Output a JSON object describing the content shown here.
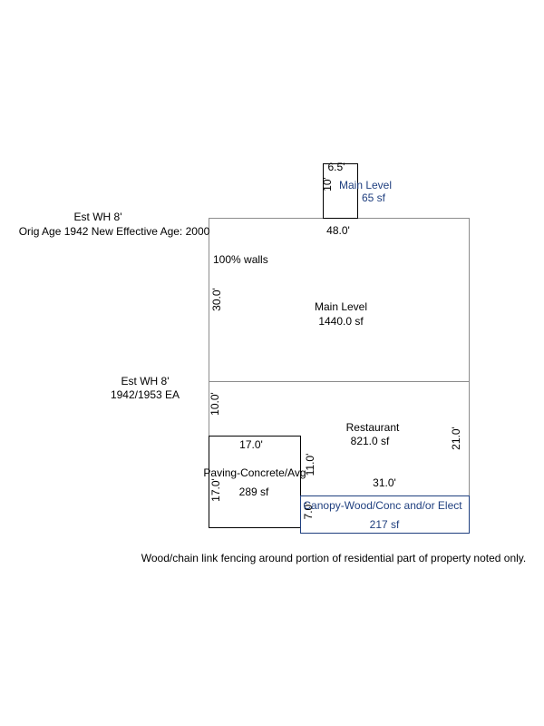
{
  "colors": {
    "ink": "#000000",
    "blue_ink": "#1f3f7f",
    "grey_line": "#8c8c8c",
    "background": "#ffffff"
  },
  "main_section": {
    "wall_height": "Est WH 8'",
    "age_note": "Orig Age 1942  New Effective Age: 2000",
    "walls_note": "100% walls",
    "top_dim": "48.0'",
    "side_dim": "30.0'",
    "name": "Main Level",
    "area": "1440.0 sf"
  },
  "small_main_level": {
    "top_dim": "6.5'",
    "side_dim": "10'",
    "name": "Main Level",
    "area": "65 sf"
  },
  "restaurant_section": {
    "wall_height": "Est WH 8'",
    "age_note": "1942/1953 EA",
    "left_dim": "10.0'",
    "right_dim": "21.0'",
    "name": "Restaurant",
    "area": "821.0 sf",
    "inner_dim": "11.0'",
    "bottom_dim": "31.0'"
  },
  "paving": {
    "top_dim": "17.0'",
    "side_dim": "17.0'",
    "name": "Paving-Concrete/Avg",
    "area": "289 sf"
  },
  "canopy": {
    "side_dim": "7.0'",
    "name": "Canopy-Wood/Conc and/or Elect",
    "area": "217 sf"
  },
  "footnote": "Wood/chain link fencing around portion of residential part of property noted only."
}
